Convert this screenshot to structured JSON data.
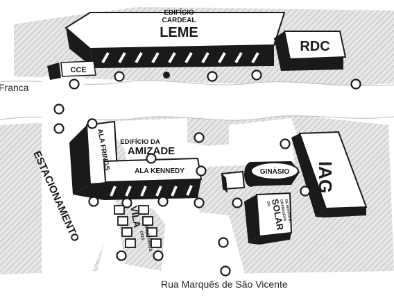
{
  "map": {
    "streets": {
      "top_left": "Franca",
      "bottom": "Rua Marquês de São Vicente"
    },
    "buildings": {
      "leme_line1": "EDIFÍCIO",
      "leme_line2": "CARDEAL",
      "leme_line3": "LEME",
      "rdc": "RDC",
      "cce": "CCE",
      "amizade_line1": "EDIFÍCIO DA",
      "amizade_line2": "AMIZADE",
      "ala_frings": "ALA FRINGS",
      "ala_kennedy": "ALA KENNEDY",
      "ginasio": "GINÁSIO",
      "iag": "IAG",
      "solar": "SOLAR",
      "solar_sub_line1": "DO",
      "solar_sub_line2": "GRANDJEAN",
      "solar_sub_line3": "DE MONTIGNY",
      "vila": "VILA",
      "vila_sub_line1": "DOS",
      "vila_sub_line2": "DIRETÓRIOS"
    },
    "areas": {
      "estacionamento": "ESTACIONAMENTO"
    },
    "colors": {
      "ink": "#1a1a1a",
      "paper": "#ffffff",
      "hatch": "#cfcfcf"
    }
  }
}
